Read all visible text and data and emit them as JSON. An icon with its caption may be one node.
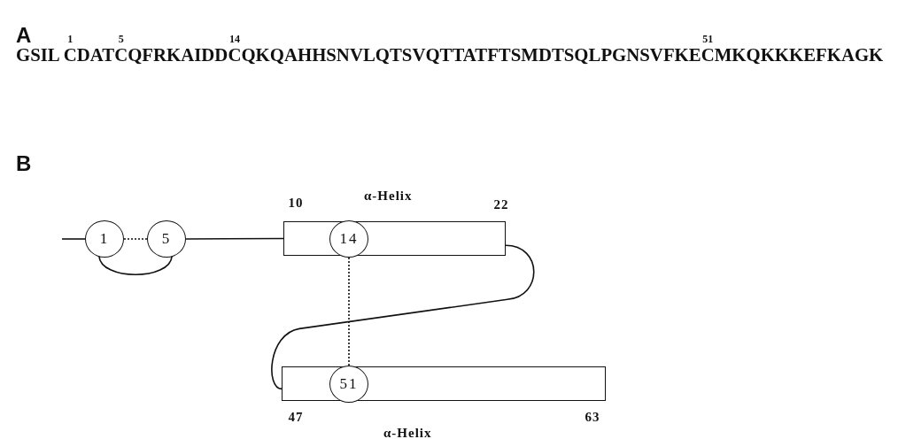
{
  "diagram": {
    "nodes": [
      {
        "text": [
          "1"
        ]
      },
      {
        "text": [
          "5"
        ]
      },
      {
        "text": [
          "α-Helix"
        ],
        "beside": [
          "10",
          "22"
        ]
      },
      {
        "text": [
          "14"
        ],
        "in": 2
      },
      {
        "text": [
          "α-Helix"
        ],
        "beside": [
          "47",
          "63"
        ]
      },
      {
        "text": [
          "51"
        ],
        "in": 4
      }
    ],
    "edges": [
      {
        "from": null,
        "to": 0,
        "arrow": "none"
      },
      {
        "from": 0,
        "to": 1,
        "arrow": "none",
        "style": "dashed"
      },
      {
        "from": 0,
        "to": 1,
        "arrow": "none"
      },
      {
        "from": 1,
        "to": 2,
        "arrow": "none"
      },
      {
        "from": 3,
        "to": 5,
        "arrow": "none",
        "style": "dashed"
      },
      {
        "from": 2,
        "to": 4,
        "arrow": "none"
      }
    ],
    "labels": [
      "A",
      "1",
      "5",
      "14",
      "51",
      "GSIL CDATCQFRKAIDDCQKQAHHSNVLQTSVQTTATFTSMDTSQLPGNSVFKECMKQKKKEFKAGK",
      "B"
    ]
  }
}
